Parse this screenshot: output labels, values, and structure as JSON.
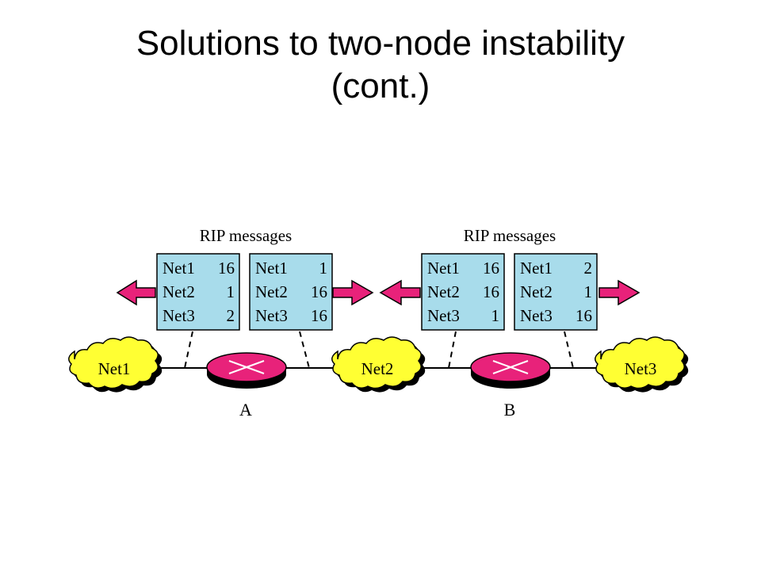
{
  "slide": {
    "title_line1": "Solutions to two-node instability",
    "title_line2": "(cont.)"
  },
  "colors": {
    "cloud_fill": "#FFFF33",
    "router_fill": "#E8227A",
    "message_box_fill": "#A8DCEB",
    "arrow_fill": "#E8227A"
  },
  "groups": [
    {
      "caption": "RIP messages"
    },
    {
      "caption": "RIP messages"
    }
  ],
  "messages": [
    {
      "rows": [
        {
          "net": "Net1",
          "cost": "16"
        },
        {
          "net": "Net2",
          "cost": "1"
        },
        {
          "net": "Net3",
          "cost": "2"
        }
      ]
    },
    {
      "rows": [
        {
          "net": "Net1",
          "cost": "1"
        },
        {
          "net": "Net2",
          "cost": "16"
        },
        {
          "net": "Net3",
          "cost": "16"
        }
      ]
    },
    {
      "rows": [
        {
          "net": "Net1",
          "cost": "16"
        },
        {
          "net": "Net2",
          "cost": "16"
        },
        {
          "net": "Net3",
          "cost": "1"
        }
      ]
    },
    {
      "rows": [
        {
          "net": "Net1",
          "cost": "2"
        },
        {
          "net": "Net2",
          "cost": "1"
        },
        {
          "net": "Net3",
          "cost": "16"
        }
      ]
    }
  ],
  "networks": [
    {
      "label": "Net1"
    },
    {
      "label": "Net2"
    },
    {
      "label": "Net3"
    }
  ],
  "routers": [
    {
      "label": "A"
    },
    {
      "label": "B"
    }
  ]
}
